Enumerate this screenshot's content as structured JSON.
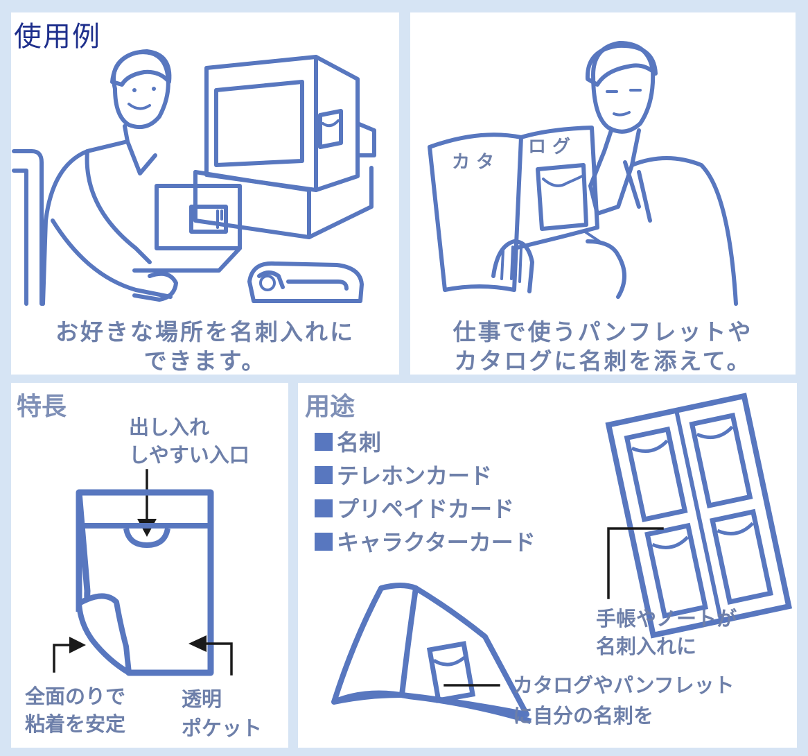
{
  "usage_title": "使用例",
  "scene1_caption": [
    "お好きな場所を名刺入れに",
    "できます。"
  ],
  "scene2_caption": [
    "仕事で使うパンフレットや",
    "カタログに名刺を添えて。"
  ],
  "catalog_labels": {
    "left": "カ タ",
    "right": "ロ グ"
  },
  "features": {
    "heading": "特長",
    "entry_label": [
      "出し入れ",
      "しやすい入口"
    ],
    "glue_label": [
      "全面のりで",
      "粘着を安定"
    ],
    "clear_label": [
      "透明",
      "ポケット"
    ]
  },
  "uses": {
    "heading": "用途",
    "items": [
      "名刺",
      "テレホンカード",
      "プリペイドカード",
      "キャラクターカード"
    ],
    "notebook_label": [
      "手帳やノートが",
      "名刺入れに"
    ],
    "catalog_label": [
      "カタログやパンフレット",
      "に自分の名刺を"
    ]
  },
  "colors": {
    "ink": "#5877bf",
    "background": "#d6e4f4",
    "title": "#1e2f8c",
    "caption": "#6d7fa9"
  }
}
